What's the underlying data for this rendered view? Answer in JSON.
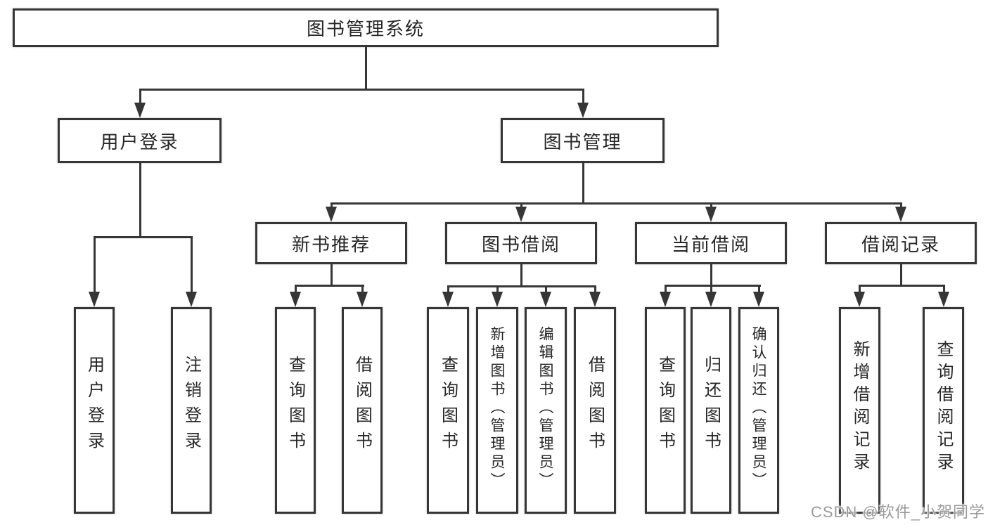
{
  "colors": {
    "line": "#363636",
    "node_border": "#363636",
    "node_text": "#262626",
    "background": "#ffffff",
    "watermark_text_color": "#9b9b9b"
  },
  "diagram": {
    "root_label": "图书管理系统",
    "level2_labels": [
      "用户登录",
      "图书管理"
    ],
    "level3_labels": [
      "新书推荐",
      "图书借阅",
      "当前借阅",
      "借阅记录"
    ],
    "leaf_groups": [
      [
        "用户登录",
        "注销登录"
      ],
      [
        "查询图书",
        "借阅图书"
      ],
      [
        "查询图书",
        "新增图书（管理员）",
        "编辑图书（管理员）",
        "借阅图书"
      ],
      [
        "查询图书",
        "归还图书",
        "确认归还（管理员）"
      ],
      [
        "新增借阅记录",
        "查询借阅记录"
      ]
    ]
  },
  "watermark": {
    "text": "CSDN @软件_小贺同学"
  }
}
